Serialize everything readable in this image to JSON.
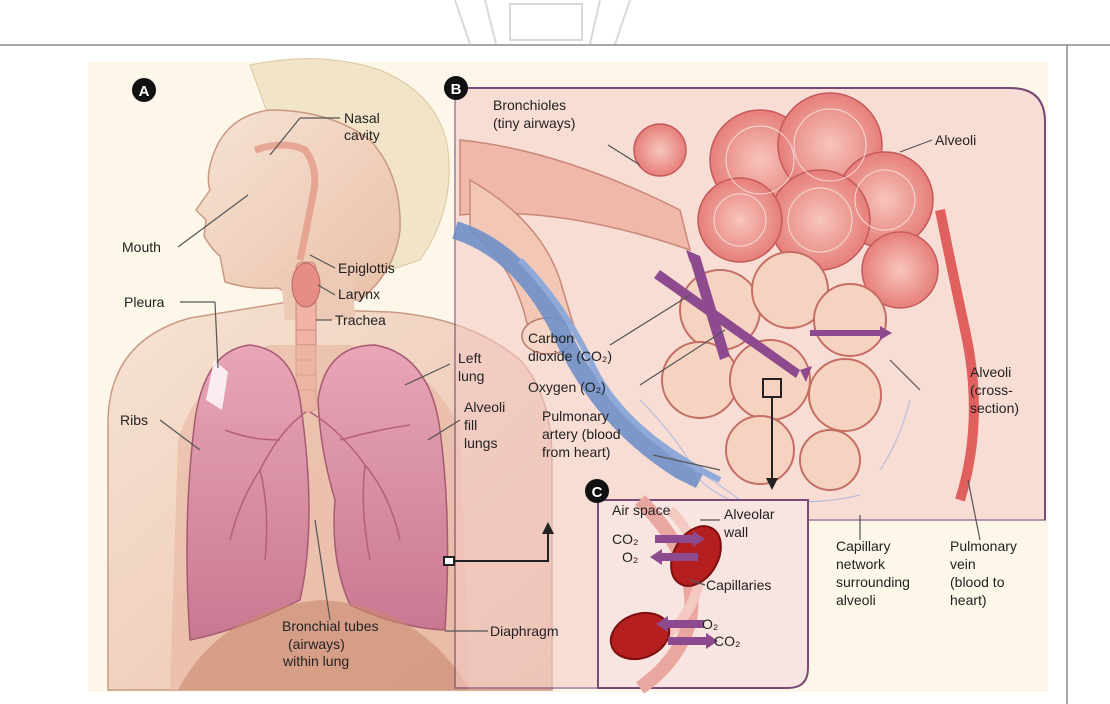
{
  "panels": {
    "a": "A",
    "b": "B",
    "c": "C"
  },
  "labels": {
    "nasal_cavity": [
      "Nasal",
      "cavity"
    ],
    "mouth": "Mouth",
    "epiglottis": "Epiglottis",
    "larynx": "Larynx",
    "trachea": "Trachea",
    "pleura": "Pleura",
    "left_lung": [
      "Left",
      "lung"
    ],
    "ribs": "Ribs",
    "alveoli_fill_lungs": [
      "Alveoli",
      "fill",
      "lungs"
    ],
    "bronchial_tubes": [
      "Bronchial tubes",
      "(airways)",
      "within lung"
    ],
    "diaphragm": "Diaphragm",
    "bronchioles": [
      "Bronchioles",
      "(tiny airways)"
    ],
    "alveoli": "Alveoli",
    "carbon_dioxide": [
      "Carbon",
      "dioxide (CO₂)"
    ],
    "oxygen": "Oxygen (O₂)",
    "alveoli_cross_section": [
      "Alveoli",
      "(cross-",
      "section)"
    ],
    "pulmonary_artery": [
      "Pulmonary",
      "artery (blood",
      "from heart)"
    ],
    "capillary_network": [
      "Capillary",
      "network",
      "surrounding",
      "alveoli"
    ],
    "pulmonary_vein": [
      "Pulmonary",
      "vein",
      "(blood to",
      "heart)"
    ],
    "air_space": "Air space",
    "alveolar_wall": [
      "Alveolar",
      "wall"
    ],
    "capillaries": "Capillaries",
    "co2_top": "CO₂",
    "o2_top": "O₂",
    "o2_bottom": "O₂",
    "co2_bottom": "CO₂"
  },
  "colors": {
    "background": "#fdf7ea",
    "skin": "#f3d6c4",
    "lung": "#d98aa0",
    "artery": "#6f8fc8",
    "alveoli": "#e77a78",
    "capillary": "#b51f1f",
    "arrow": "#8d4a8f"
  }
}
